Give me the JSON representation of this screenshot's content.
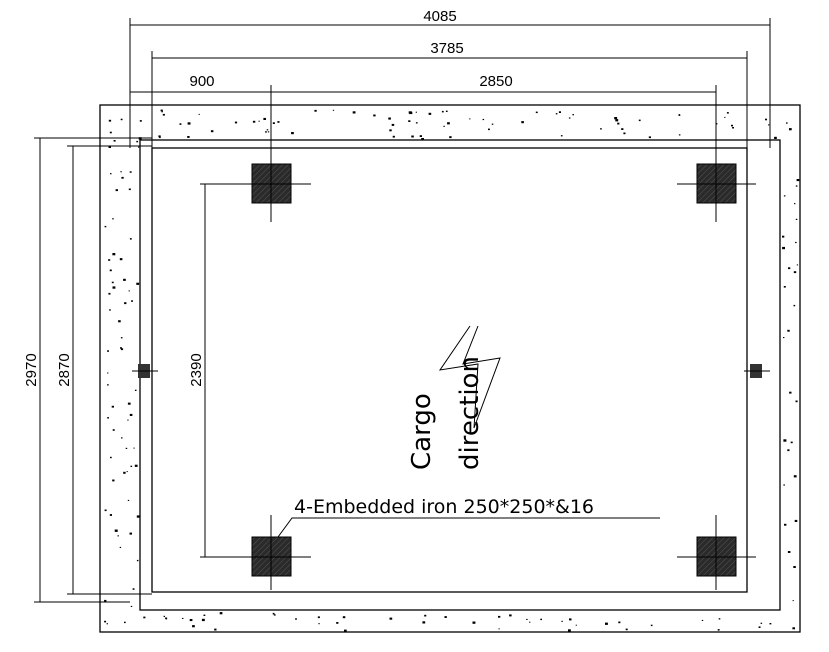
{
  "dimensions": {
    "overall_width": "4085",
    "inner_width": "3785",
    "left_offset": "900",
    "iron_spacing_x": "2850",
    "overall_height": "2970",
    "inner_height": "2870",
    "iron_spacing_y": "2390"
  },
  "note": "4-Embedded iron 250*250*&16",
  "cargo": {
    "line1": "Cargo",
    "line2": "direction"
  },
  "colors": {
    "line": "#000000",
    "plate": "#2a2a2a",
    "background": "#ffffff"
  }
}
